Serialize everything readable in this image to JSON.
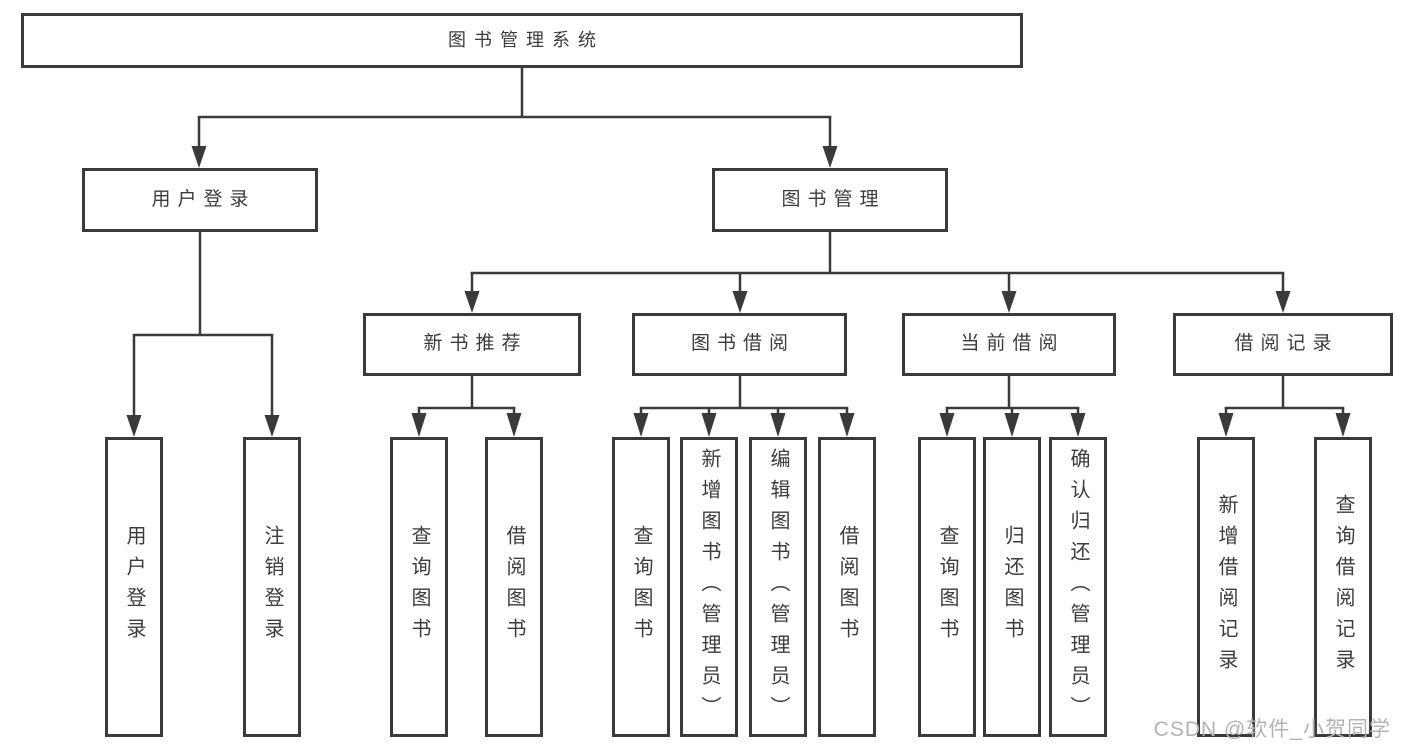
{
  "diagram": {
    "root": {
      "label": "图书管理系统"
    },
    "level2": {
      "user_login": {
        "label": "用户登录"
      },
      "book_management": {
        "label": "图书管理"
      }
    },
    "level3": {
      "new_book_recommend": {
        "label": "新书推荐"
      },
      "book_borrow": {
        "label": "图书借阅"
      },
      "current_borrow": {
        "label": "当前借阅"
      },
      "borrow_records": {
        "label": "借阅记录"
      }
    },
    "leaves": {
      "user_login": {
        "label": "用户登录"
      },
      "logout": {
        "label": "注销登录"
      },
      "recommend_query_books": {
        "label": "查询图书"
      },
      "recommend_borrow_books": {
        "label": "借阅图书"
      },
      "borrow_query_books": {
        "label": "查询图书"
      },
      "borrow_add_books": {
        "label": "新增图书（管理员）"
      },
      "borrow_edit_books": {
        "label": "编辑图书（管理员）"
      },
      "borrow_borrow_books": {
        "label": "借阅图书"
      },
      "current_query_books": {
        "label": "查询图书"
      },
      "current_return_books": {
        "label": "归还图书"
      },
      "current_confirm_return": {
        "label": "确认归还（管理员）"
      },
      "records_add_record": {
        "label": "新增借阅记录"
      },
      "records_query_record": {
        "label": "查询借阅记录"
      }
    }
  },
  "watermark": {
    "text": "CSDN @软件_小贺同学"
  },
  "colors": {
    "line": "#3a3a3a",
    "text": "#3c3c3c",
    "background": "#ffffff",
    "watermark": "#b4b4b4"
  }
}
